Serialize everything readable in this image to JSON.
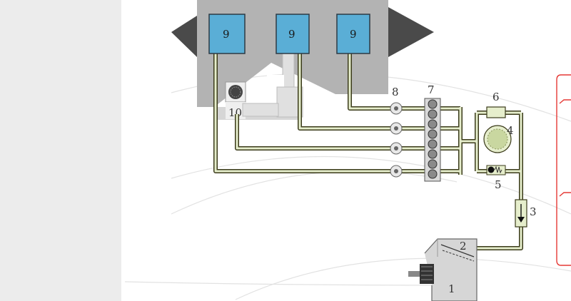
{
  "diagram": {
    "labels": {
      "tank": "1",
      "tank_sensor": "2",
      "filter": "3",
      "pump": "4",
      "check_valve": "5",
      "relief_valve": "6",
      "valve_block": "7",
      "nozzles": "8",
      "wiper_a": "9",
      "wiper_b": "9",
      "wiper_c": "9",
      "fan": "10"
    },
    "colors": {
      "wiper_blue": "#5aaed6",
      "hose_fill": "#e6eecc",
      "hose_edge": "#3a3a1a",
      "bracket_red": "#e53935",
      "housing_gray": "#b3b3b3",
      "panel_gray": "#ececec"
    }
  }
}
